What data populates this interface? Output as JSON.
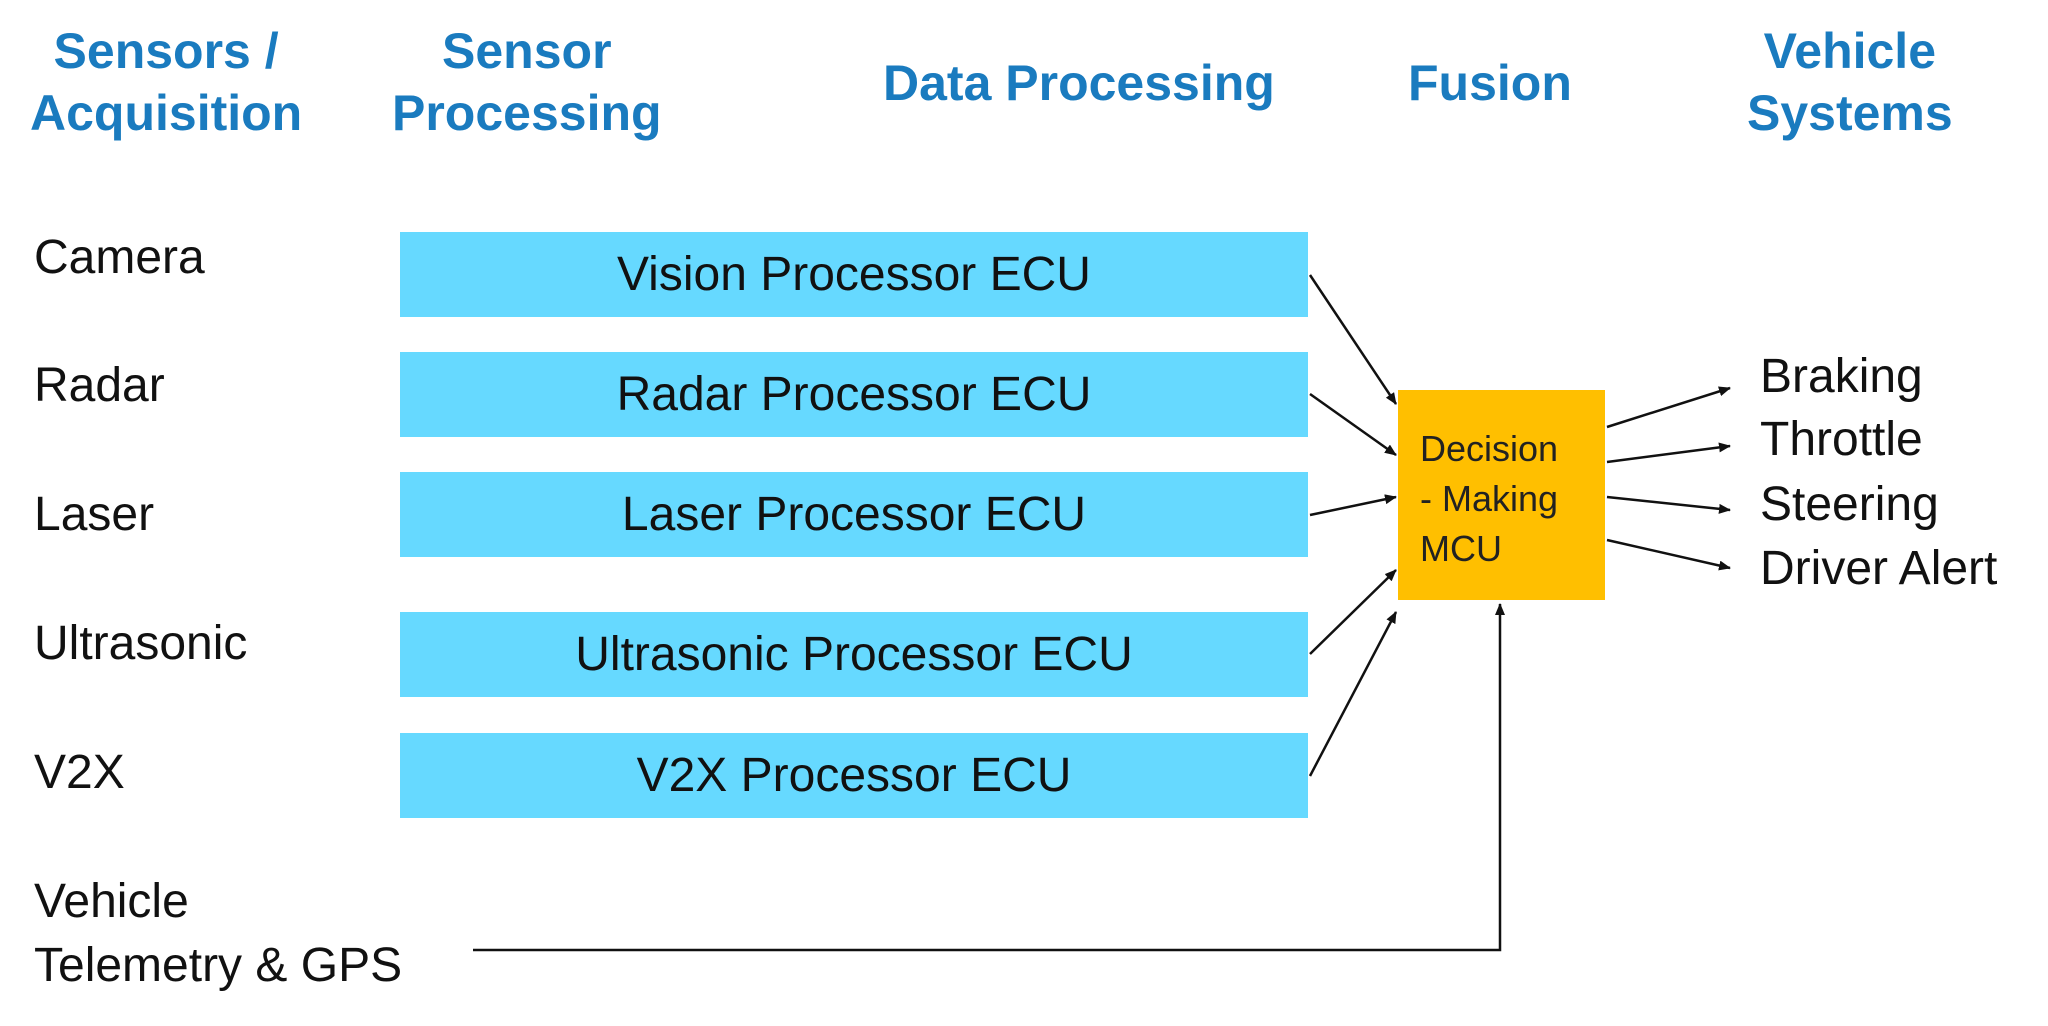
{
  "headers": {
    "acquisition": [
      "Sensors /",
      "Acquisition"
    ],
    "sensor_processing": [
      "Sensor",
      "Processing"
    ],
    "data_processing": "Data Processing",
    "fusion": "Fusion",
    "vehicle_systems": [
      "Vehicle",
      "Systems"
    ]
  },
  "sensors": [
    "Camera",
    "Radar",
    "Laser",
    "Ultrasonic",
    "V2X"
  ],
  "telemetry": [
    "Vehicle",
    "Telemetry & GPS"
  ],
  "ecus": [
    "Vision Processor ECU",
    "Radar Processor ECU",
    "Laser Processor ECU",
    "Ultrasonic Processor ECU",
    "V2X Processor ECU"
  ],
  "mcu": [
    "Decision",
    "- Making",
    "MCU"
  ],
  "outputs": [
    "Braking",
    "Throttle",
    "Steering",
    "Driver Alert"
  ],
  "colors": {
    "header_text": "#1a7bbf",
    "ecu_fill": "#66d9ff",
    "mcu_fill": "#ffbf00",
    "arrow": "#111111"
  }
}
